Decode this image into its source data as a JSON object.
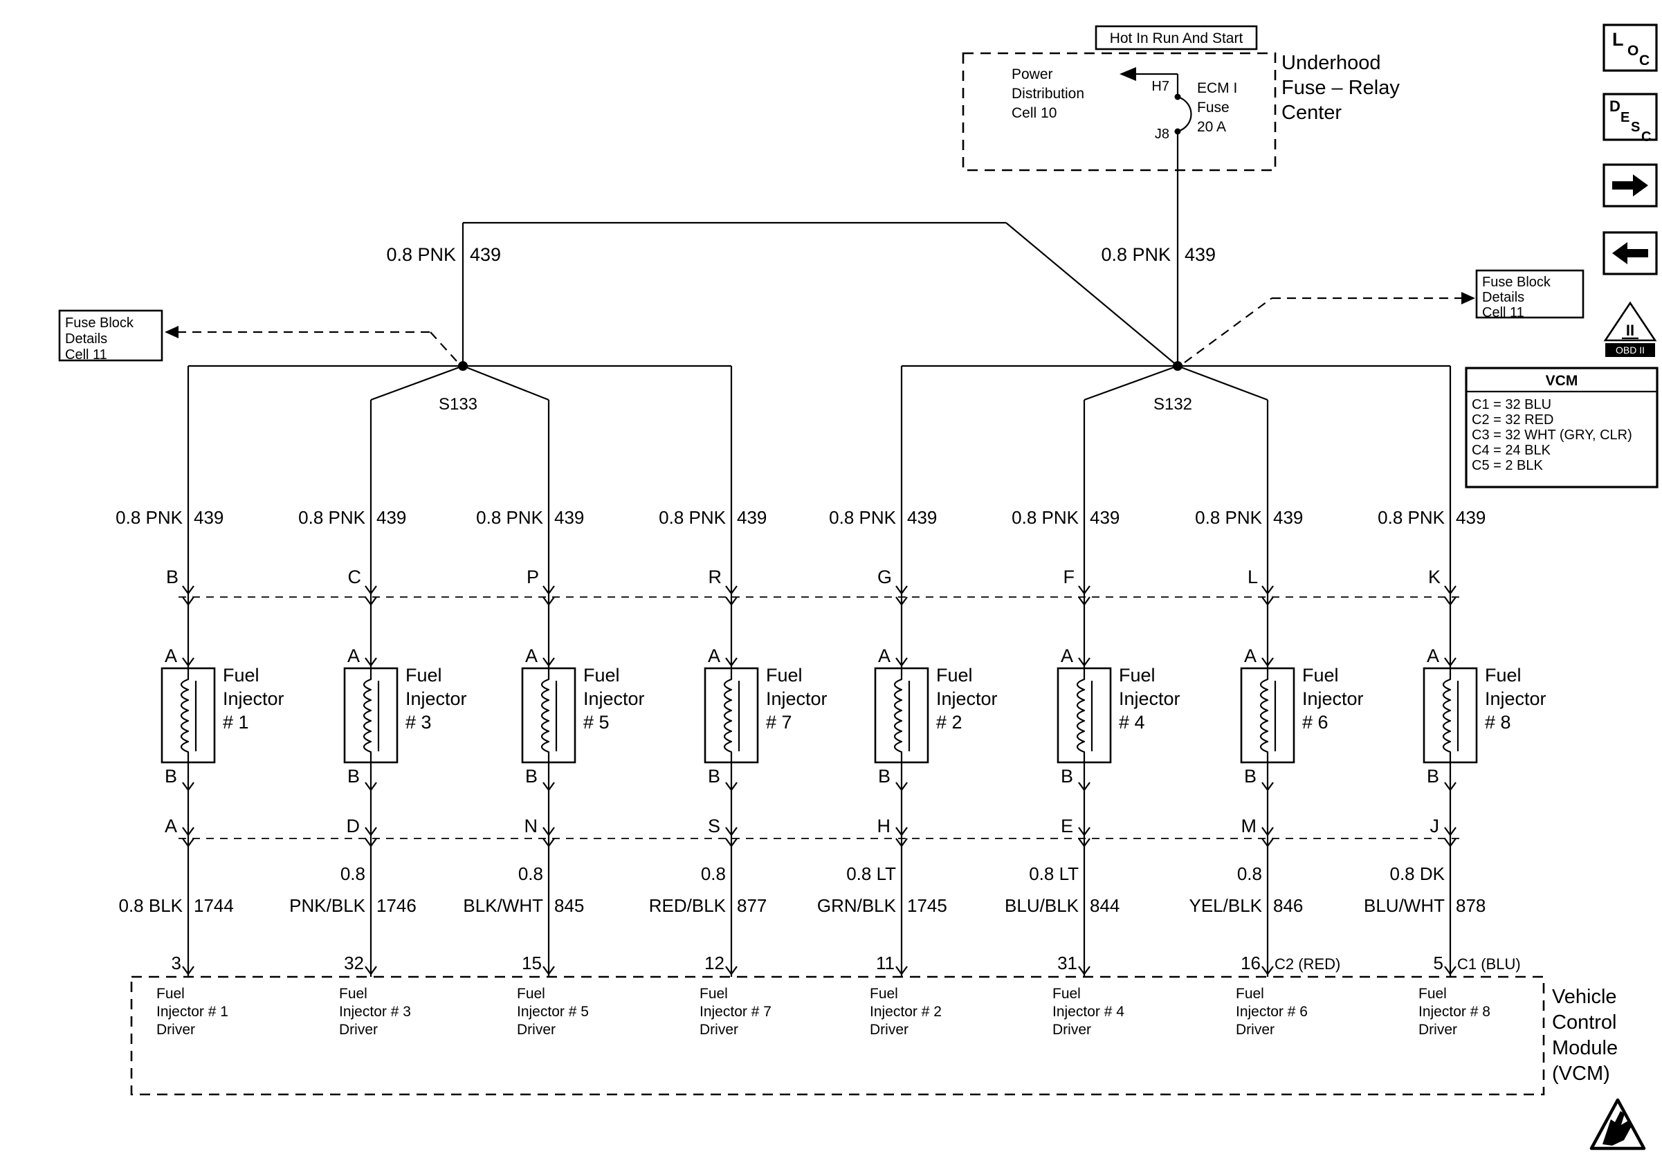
{
  "header": {
    "hot_label": "Hot In Run And Start",
    "center_name_lines": [
      "Underhood",
      "Fuse – Relay",
      "Center"
    ],
    "power_dist_lines": [
      "Power",
      "Distribution",
      "Cell 10"
    ],
    "fuse_terminal_top": "H7",
    "fuse_terminal_bottom": "J8",
    "fuse_lines": [
      "ECM I",
      "Fuse",
      "20 A"
    ]
  },
  "feed": {
    "left_label": {
      "gauge_color": "0.8 PNK",
      "circuit": "439"
    },
    "right_label": {
      "gauge_color": "0.8 PNK",
      "circuit": "439"
    },
    "splice_left": "S133",
    "splice_right": "S132"
  },
  "fuse_note_left": {
    "lines": [
      "Fuse Block",
      "Details",
      "Cell 11"
    ]
  },
  "fuse_note_right": {
    "lines": [
      "Fuse Block",
      "Details",
      "Cell 11"
    ]
  },
  "vcm_legend": {
    "title": "VCM",
    "rows": [
      "C1 = 32 BLU",
      "C2 = 32 RED",
      "C3 = 32 WHT (GRY, CLR)",
      "C4 = 24 BLK",
      "C5 = 2 BLK"
    ]
  },
  "vcm_module": {
    "name_lines": [
      "Vehicle",
      "Control",
      "Module",
      "(VCM)"
    ]
  },
  "toolbar": {
    "loc_letters": [
      "L",
      "O",
      "C"
    ],
    "desc_letters": [
      "D",
      "E",
      "S",
      "C"
    ],
    "obd_numeral": "II",
    "obd_label": "OBD II"
  },
  "columns": [
    {
      "feed_label": {
        "gauge_color": "0.8 PNK",
        "circuit": "439"
      },
      "top_terminal": "B",
      "inj_terminal_top": "A",
      "injector_lines": [
        "Fuel",
        "Injector",
        "# 1"
      ],
      "inj_terminal_bottom": "B",
      "bottom_terminal": "A",
      "wire_label_lines": [
        "0.8 BLK"
      ],
      "wire_circuit": "1744",
      "pin": "3",
      "pin_suffix": "",
      "driver_lines": [
        "Fuel",
        "Injector # 1",
        "Driver"
      ]
    },
    {
      "feed_label": {
        "gauge_color": "0.8 PNK",
        "circuit": "439"
      },
      "top_terminal": "C",
      "inj_terminal_top": "A",
      "injector_lines": [
        "Fuel",
        "Injector",
        "# 3"
      ],
      "inj_terminal_bottom": "B",
      "bottom_terminal": "D",
      "wire_label_lines": [
        "0.8",
        "PNK/BLK"
      ],
      "wire_circuit": "1746",
      "pin": "32",
      "pin_suffix": "",
      "driver_lines": [
        "Fuel",
        "Injector # 3",
        "Driver"
      ]
    },
    {
      "feed_label": {
        "gauge_color": "0.8 PNK",
        "circuit": "439"
      },
      "top_terminal": "P",
      "inj_terminal_top": "A",
      "injector_lines": [
        "Fuel",
        "Injector",
        "# 5"
      ],
      "inj_terminal_bottom": "B",
      "bottom_terminal": "N",
      "wire_label_lines": [
        "0.8",
        "BLK/WHT"
      ],
      "wire_circuit": "845",
      "pin": "15",
      "pin_suffix": "",
      "driver_lines": [
        "Fuel",
        "Injector # 5",
        "Driver"
      ]
    },
    {
      "feed_label": {
        "gauge_color": "0.8 PNK",
        "circuit": "439"
      },
      "top_terminal": "R",
      "inj_terminal_top": "A",
      "injector_lines": [
        "Fuel",
        "Injector",
        "# 7"
      ],
      "inj_terminal_bottom": "B",
      "bottom_terminal": "S",
      "wire_label_lines": [
        "0.8",
        "RED/BLK"
      ],
      "wire_circuit": "877",
      "pin": "12",
      "pin_suffix": "",
      "driver_lines": [
        "Fuel",
        "Injector # 7",
        "Driver"
      ]
    },
    {
      "feed_label": {
        "gauge_color": "0.8 PNK",
        "circuit": "439"
      },
      "top_terminal": "G",
      "inj_terminal_top": "A",
      "injector_lines": [
        "Fuel",
        "Injector",
        "# 2"
      ],
      "inj_terminal_bottom": "B",
      "bottom_terminal": "H",
      "wire_label_lines": [
        "0.8 LT",
        "GRN/BLK"
      ],
      "wire_circuit": "1745",
      "pin": "11",
      "pin_suffix": "",
      "driver_lines": [
        "Fuel",
        "Injector # 2",
        "Driver"
      ]
    },
    {
      "feed_label": {
        "gauge_color": "0.8 PNK",
        "circuit": "439"
      },
      "top_terminal": "F",
      "inj_terminal_top": "A",
      "injector_lines": [
        "Fuel",
        "Injector",
        "# 4"
      ],
      "inj_terminal_bottom": "B",
      "bottom_terminal": "E",
      "wire_label_lines": [
        "0.8 LT",
        "BLU/BLK"
      ],
      "wire_circuit": "844",
      "pin": "31",
      "pin_suffix": "",
      "driver_lines": [
        "Fuel",
        "Injector # 4",
        "Driver"
      ]
    },
    {
      "feed_label": {
        "gauge_color": "0.8 PNK",
        "circuit": "439"
      },
      "top_terminal": "L",
      "inj_terminal_top": "A",
      "injector_lines": [
        "Fuel",
        "Injector",
        "# 6"
      ],
      "inj_terminal_bottom": "B",
      "bottom_terminal": "M",
      "wire_label_lines": [
        "0.8",
        "YEL/BLK"
      ],
      "wire_circuit": "846",
      "pin": "16",
      "pin_suffix": "C2 (RED)",
      "driver_lines": [
        "Fuel",
        "Injector # 6",
        "Driver"
      ]
    },
    {
      "feed_label": {
        "gauge_color": "0.8 PNK",
        "circuit": "439"
      },
      "top_terminal": "K",
      "inj_terminal_top": "A",
      "injector_lines": [
        "Fuel",
        "Injector",
        "# 8"
      ],
      "inj_terminal_bottom": "B",
      "bottom_terminal": "J",
      "wire_label_lines": [
        "0.8 DK",
        "BLU/WHT"
      ],
      "wire_circuit": "878",
      "pin": "5",
      "pin_suffix": "C1 (BLU)",
      "driver_lines": [
        "Fuel",
        "Injector # 8",
        "Driver"
      ]
    }
  ]
}
